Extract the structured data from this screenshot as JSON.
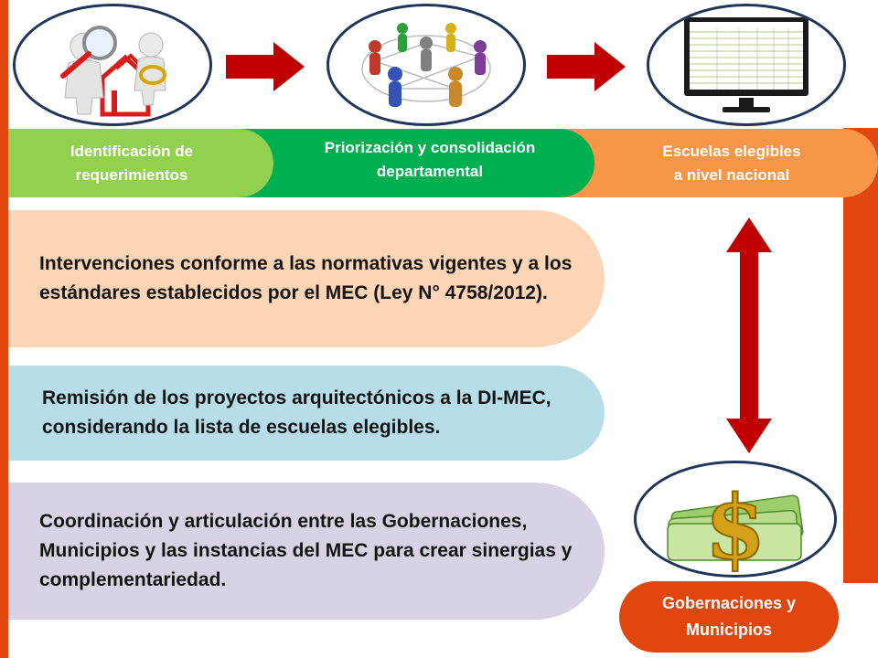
{
  "stages": [
    {
      "line1": "Identificación de",
      "line2": "requerimientos",
      "color": "#92d050"
    },
    {
      "line1": "Priorización y consolidación",
      "line2": "departamental",
      "color": "#00b050"
    },
    {
      "line1": "Escuelas elegibles",
      "line2": "a nivel nacional",
      "color": "#f79646"
    }
  ],
  "panels": [
    {
      "text": "Intervenciones conforme a las normativas vigentes y a los estándares establecidos por el MEC (Ley N° 4758/2012).",
      "color": "#fbd5b5"
    },
    {
      "text": "Remisión de los proyectos arquitectónicos a la DI-MEC, considerando la lista de escuelas elegibles.",
      "color": "#b7dee8"
    },
    {
      "text": "Coordinación y articulación entre las Gobernaciones, Municipios y las instancias del MEC para crear sinergias y complementariedad.",
      "color": "#d9d2e4"
    }
  ],
  "right_label": {
    "line1": "Gobernaciones y",
    "line2": "Municipios"
  },
  "icons": {
    "oval1": "search-people-icon",
    "oval2": "people-network-icon",
    "oval3": "spreadsheet-monitor-icon",
    "oval4": "money-icon"
  },
  "colors": {
    "frame": "#e2460f",
    "oval_border": "#1f3559",
    "arrow": "#c00000"
  }
}
